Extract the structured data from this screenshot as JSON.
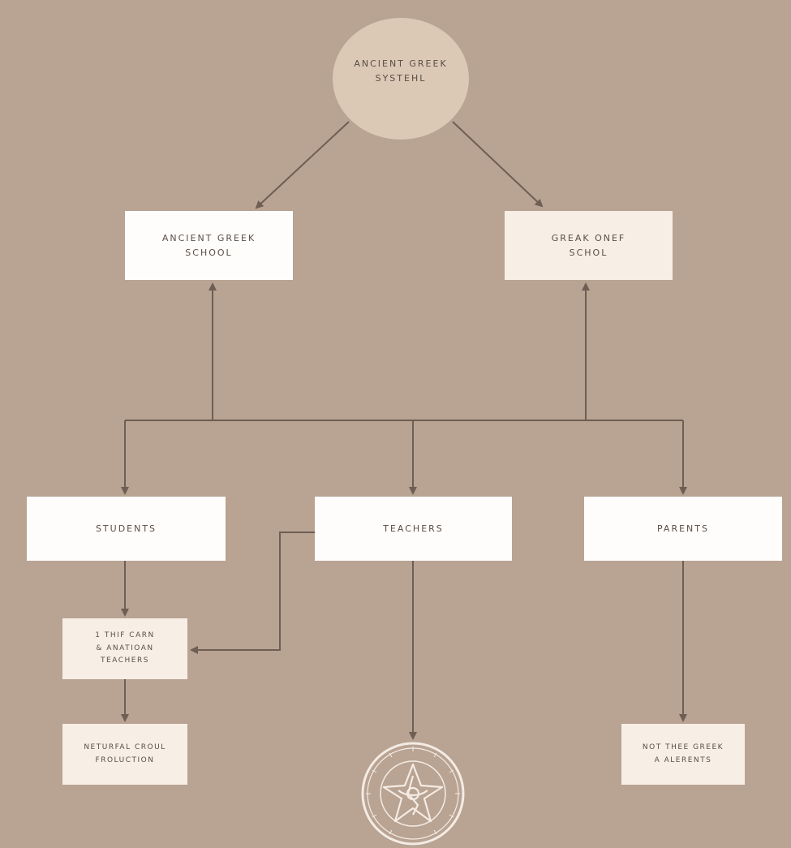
{
  "diagram": {
    "root": {
      "label": "ANCIENT GREEK\nSYSTEHL"
    },
    "schools": [
      {
        "label": "ANCIENT GREEK\nSCHOOL"
      },
      {
        "label": "GREAK ONEF\nSCHOL"
      }
    ],
    "roles": [
      {
        "label": "STUDENTS"
      },
      {
        "label": "TEACHERS"
      },
      {
        "label": "PARENTS"
      }
    ],
    "outcomes": {
      "student_step": "1 THIF CARN\n& ANATIOAN\nTEACHERS",
      "student_result": "NETURFAL CROUL\nFROLUCTION",
      "parent_result": "NOT THEE GREEK\nA ALERENTS"
    },
    "seal": {
      "icon": "circular-seal-emblem"
    }
  },
  "colors": {
    "background": "#b9a393",
    "root_circle": "#dbc9b6",
    "box_white": "#fffdfb",
    "box_cream": "#f7eee6",
    "connector": "#6e5e54",
    "text": "#5b4d45",
    "seal": "#f4ece4"
  }
}
